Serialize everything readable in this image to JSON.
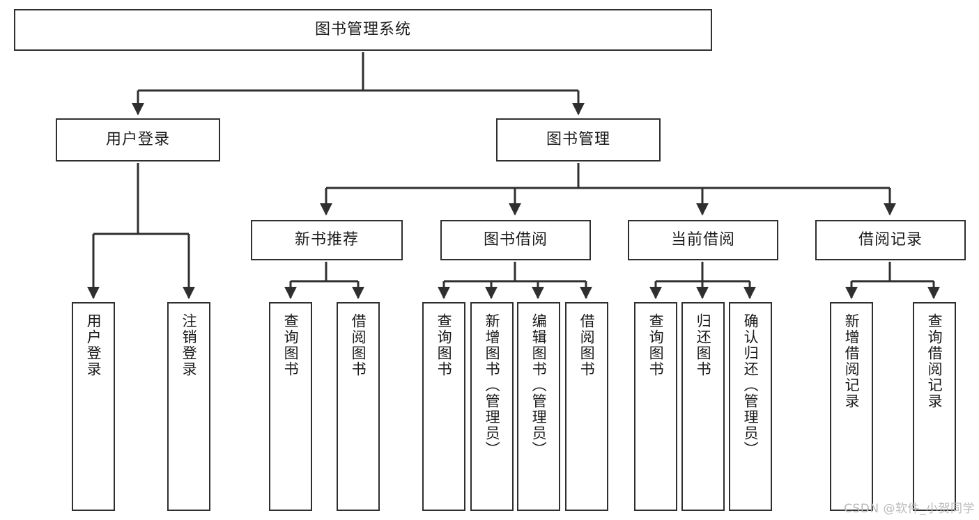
{
  "diagram": {
    "type": "tree",
    "title": "图书管理系统",
    "orientation": "top-down",
    "line_color": "#2f2f2f",
    "box_fill": "#ffffff",
    "text_color": "#1a1a1a"
  },
  "watermark": {
    "text": "CSDN @软件_小贺同学",
    "color": "#b9b9b9"
  },
  "nodes": {
    "root": {
      "label": "图书管理系统"
    },
    "level2": [
      {
        "label": "用户登录"
      },
      {
        "label": "图书管理"
      }
    ],
    "level3": [
      {
        "label": "新书推荐"
      },
      {
        "label": "图书借阅"
      },
      {
        "label": "当前借阅"
      },
      {
        "label": "借阅记录"
      }
    ],
    "leaves_user_login": [
      {
        "label": "用户登录"
      },
      {
        "label": "注销登录"
      }
    ],
    "leaves_new_book": [
      {
        "label": "查询图书"
      },
      {
        "label": "借阅图书"
      }
    ],
    "leaves_borrow": [
      {
        "label": "查询图书"
      },
      {
        "label": "新增图书（管理员）"
      },
      {
        "label": "编辑图书（管理员）"
      },
      {
        "label": "借阅图书"
      }
    ],
    "leaves_current": [
      {
        "label": "查询图书"
      },
      {
        "label": "归还图书"
      },
      {
        "label": "确认归还（管理员）"
      }
    ],
    "leaves_records": [
      {
        "label": "新增借阅记录"
      },
      {
        "label": "查询借阅记录"
      }
    ]
  }
}
